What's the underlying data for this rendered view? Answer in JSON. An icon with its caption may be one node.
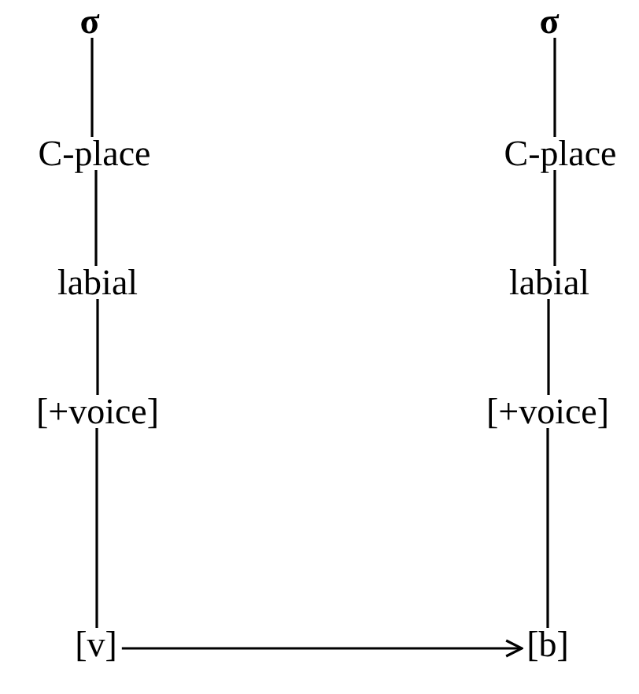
{
  "diagram": {
    "nodes": [
      {
        "text": [
          "σ"
        ]
      },
      {
        "text": [
          "C-place"
        ]
      },
      {
        "text": [
          "labial"
        ]
      },
      {
        "text": [
          "[+voice]"
        ]
      },
      {
        "text": [
          "[v]"
        ]
      },
      {
        "text": [
          "σ"
        ]
      },
      {
        "text": [
          "C-place"
        ]
      },
      {
        "text": [
          "labial"
        ]
      },
      {
        "text": [
          "[+voice]"
        ]
      },
      {
        "text": [
          "[b]"
        ]
      }
    ],
    "edges": [
      {
        "from": 0,
        "to": 1,
        "arrow": "none"
      },
      {
        "from": 1,
        "to": 2,
        "arrow": "none"
      },
      {
        "from": 2,
        "to": 3,
        "arrow": "none"
      },
      {
        "from": 3,
        "to": 4,
        "arrow": "none"
      },
      {
        "from": 5,
        "to": 6,
        "arrow": "none"
      },
      {
        "from": 6,
        "to": 7,
        "arrow": "none"
      },
      {
        "from": 7,
        "to": 8,
        "arrow": "none"
      },
      {
        "from": 8,
        "to": 9,
        "arrow": "none"
      },
      {
        "from": 4,
        "to": 9,
        "arrow": "to"
      }
    ]
  }
}
